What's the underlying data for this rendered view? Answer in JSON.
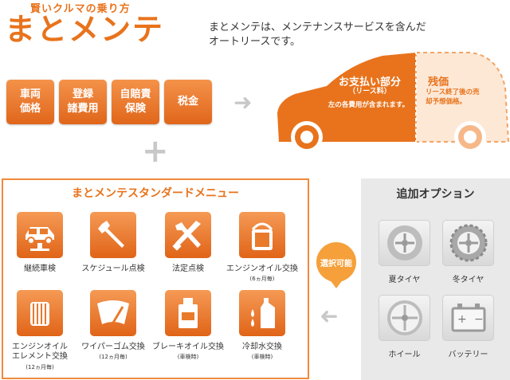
{
  "header": {
    "subtitle": "賢いクルマの乗り方",
    "brand": "まとメンテ",
    "description_line1": "まとメンテは、メンテナンスサービスを含んだ",
    "description_line2": "オートリースです。"
  },
  "cost_items": [
    {
      "label": "車両\n価格"
    },
    {
      "label": "登録\n諸費用"
    },
    {
      "label": "自賠責\n保険"
    },
    {
      "label": "税金"
    }
  ],
  "car": {
    "payment_title": "お支払い部分",
    "payment_sub": "（リース料）",
    "payment_note": "左の各費用が含まれます。",
    "residual_title": "残価",
    "residual_note": "リース終了後の売却予想価格。"
  },
  "standard_menu": {
    "title": "まとメンテスタンダードメニュー",
    "items": [
      {
        "label": "継続車検",
        "sub": "",
        "icon": "car-lift-icon"
      },
      {
        "label": "スケジュール点検",
        "sub": "",
        "icon": "wrench-icon"
      },
      {
        "label": "法定点検",
        "sub": "",
        "icon": "crossed-tools-icon"
      },
      {
        "label": "エンジンオイル交換",
        "sub": "(6ヵ月毎)",
        "icon": "oil-can-icon"
      },
      {
        "label": "エンジンオイル\nエレメント交換",
        "sub": "(12ヵ月毎)",
        "icon": "oil-filter-icon"
      },
      {
        "label": "ワイパーゴム交換",
        "sub": "(12ヵ月毎)",
        "icon": "wiper-icon"
      },
      {
        "label": "ブレーキオイル交換",
        "sub": "(車検時)",
        "icon": "brake-fluid-icon"
      },
      {
        "label": "冷却水交換",
        "sub": "(車検時)",
        "icon": "coolant-icon"
      }
    ]
  },
  "options": {
    "title": "追加オプション",
    "badge": "選択可能",
    "items": [
      {
        "label": "夏タイヤ",
        "icon": "summer-tire-icon"
      },
      {
        "label": "冬タイヤ",
        "icon": "winter-tire-icon"
      },
      {
        "label": "ホイール",
        "icon": "wheel-icon"
      },
      {
        "label": "バッテリー",
        "icon": "battery-icon"
      }
    ]
  },
  "colors": {
    "accent": "#e8731c",
    "panel_gray": "#e9e9e9"
  }
}
